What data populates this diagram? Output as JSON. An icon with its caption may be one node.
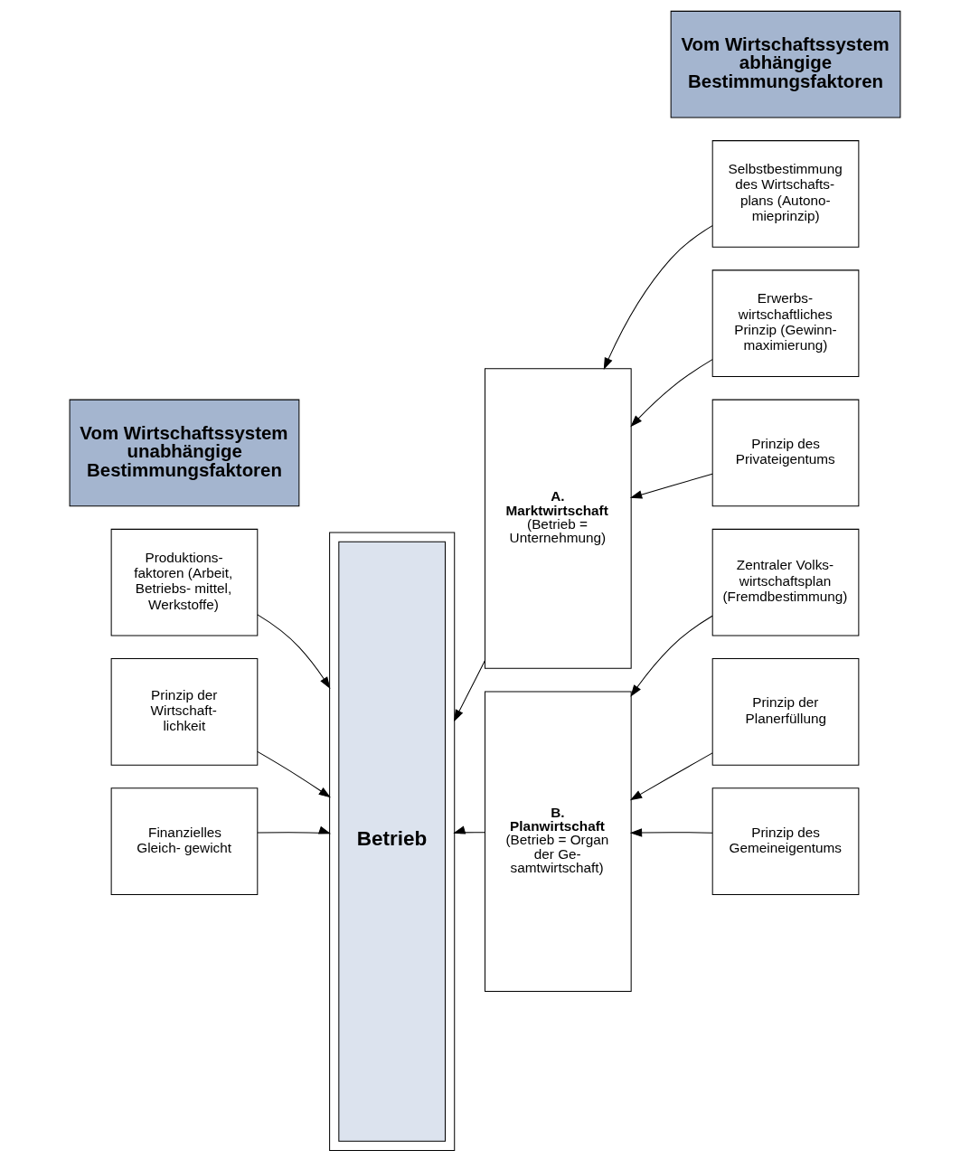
{
  "diagram": {
    "nodes": [
      {
        "text": [
          "Vom Wirtschaftssystem unabhängige Bestimmungsfaktoren"
        ]
      },
      {
        "text": [
          "Vom Wirtschaftssystem abhängige Bestimmungsfaktoren"
        ]
      },
      {
        "text": [
          "Produktions- faktoren (Arbeit, Betriebs- mittel, Werkstoffe)"
        ]
      },
      {
        "text": [
          "Prinzip der Wirtschaft- lichkeit"
        ]
      },
      {
        "text": [
          "Finanzielles Gleich- gewicht"
        ]
      },
      {
        "text": [],
        "shape": "box"
      },
      {
        "text": [
          "Betrieb"
        ],
        "in": 5
      },
      {
        "text": [
          "A.",
          "Marktwirtschaft",
          "(Betrieb = Unternehmung)"
        ]
      },
      {
        "text": [
          "Selbstbestimmung des Wirtschafts- plans (Autono- mieprinzip)"
        ]
      },
      {
        "text": [
          "Erwerbs- wirtschaftliches Prinzip (Gewinn- maximierung)"
        ]
      },
      {
        "text": [
          "Prinzip des Privateigentums"
        ]
      },
      {
        "text": [
          "B.",
          "Planwirtschaft",
          "(Betrieb = Organ der Ge- samtwirtschaft)"
        ]
      },
      {
        "text": [
          "Zentraler Volks- wirtschaftsplan (Fremdbestimmung)"
        ]
      },
      {
        "text": [
          "Prinzip der Planerfüllung"
        ]
      },
      {
        "text": [
          "Prinzip des Gemeineigentums"
        ]
      }
    ],
    "edges": [
      {
        "from": 2,
        "to": 5,
        "arrow": "to"
      },
      {
        "from": 3,
        "to": 5,
        "arrow": "to"
      },
      {
        "from": 4,
        "to": 5,
        "arrow": "to"
      },
      {
        "from": 7,
        "to": 5,
        "arrow": "to"
      },
      {
        "from": 11,
        "to": 5,
        "arrow": "to"
      },
      {
        "from": 8,
        "to": 7,
        "arrow": "to"
      },
      {
        "from": 9,
        "to": 7,
        "arrow": "to"
      },
      {
        "from": 10,
        "to": 7,
        "arrow": "to"
      },
      {
        "from": 12,
        "to": 11,
        "arrow": "to"
      },
      {
        "from": 13,
        "to": 11,
        "arrow": "to"
      },
      {
        "from": 14,
        "to": 11,
        "arrow": "to"
      }
    ]
  }
}
